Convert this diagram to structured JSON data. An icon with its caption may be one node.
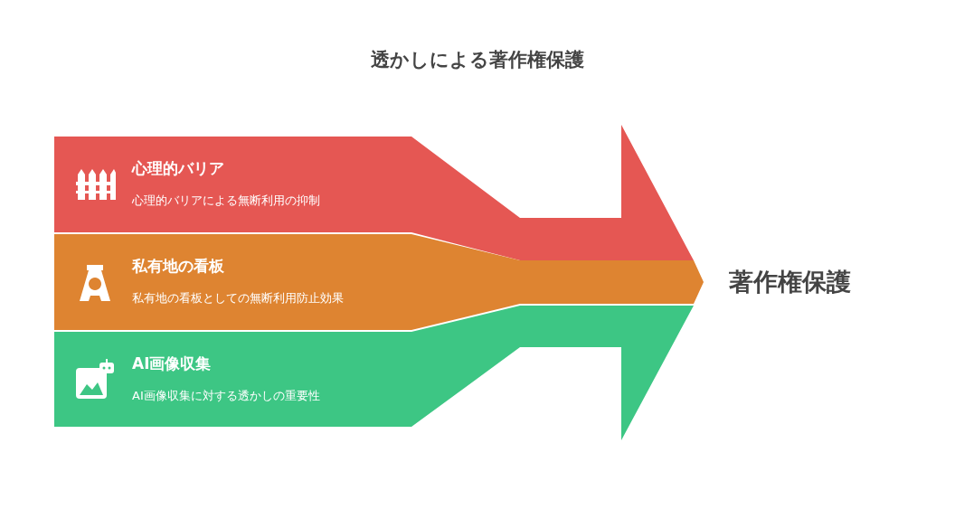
{
  "diagram": {
    "title": "透かしによる著作権保護",
    "nodes": [
      {
        "text": [
          "心理的バリア",
          "心理的バリアによる無断利用の抑制"
        ]
      },
      {
        "text": [
          "私有地の看板",
          "私有地の看板としての無断利用防止効果"
        ]
      },
      {
        "text": [
          "AI画像収集",
          "AI画像収集に対する透かしの重要性"
        ]
      },
      {
        "text": [
          "著作権保護"
        ]
      }
    ],
    "edges": [
      {
        "from": 0,
        "to": 3,
        "arrow": "to",
        "color": "#e55753"
      },
      {
        "from": 1,
        "to": 3,
        "arrow": "to",
        "color": "#de8431"
      },
      {
        "from": 2,
        "to": 3,
        "arrow": "to",
        "color": "#3dc684"
      }
    ]
  }
}
